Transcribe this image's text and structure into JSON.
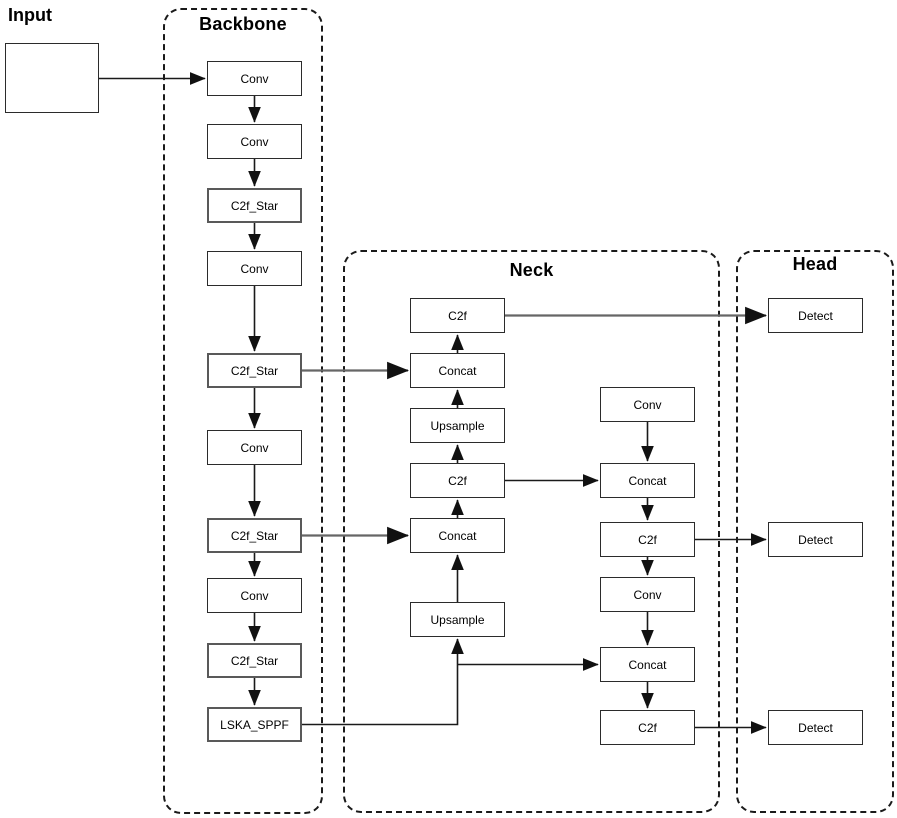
{
  "diagram": {
    "input_label": "Input",
    "sections": {
      "backbone": {
        "title": "Backbone"
      },
      "neck": {
        "title": "Neck"
      },
      "head": {
        "title": "Head"
      }
    },
    "backbone_nodes": [
      "Conv",
      "Conv",
      "C2f_Star",
      "Conv",
      "C2f_Star",
      "Conv",
      "C2f_Star",
      "Conv",
      "C2f_Star",
      "LSKA_SPPF"
    ],
    "neck_left_nodes": [
      "C2f",
      "Concat",
      "Upsample",
      "C2f",
      "Concat",
      "Upsample"
    ],
    "neck_right_nodes": [
      "Conv",
      "Concat",
      "C2f",
      "Conv",
      "Concat",
      "C2f"
    ],
    "head_nodes": [
      "Detect",
      "Detect",
      "Detect"
    ],
    "connections": [
      {
        "from": "Input",
        "to": "Backbone Conv 1"
      },
      {
        "from": "Backbone Conv 1",
        "to": "Backbone Conv 2"
      },
      {
        "from": "Backbone Conv 2",
        "to": "Backbone C2f_Star 1"
      },
      {
        "from": "Backbone C2f_Star 1",
        "to": "Backbone Conv 3"
      },
      {
        "from": "Backbone Conv 3",
        "to": "Backbone C2f_Star 2"
      },
      {
        "from": "Backbone C2f_Star 2",
        "to": "Backbone Conv 4"
      },
      {
        "from": "Backbone C2f_Star 2",
        "to": "Neck Concat (upper)"
      },
      {
        "from": "Backbone Conv 4",
        "to": "Backbone C2f_Star 3"
      },
      {
        "from": "Backbone C2f_Star 3",
        "to": "Backbone Conv 5"
      },
      {
        "from": "Backbone C2f_Star 3",
        "to": "Neck Concat (middle)"
      },
      {
        "from": "Backbone Conv 5",
        "to": "Backbone C2f_Star 4"
      },
      {
        "from": "Backbone C2f_Star 4",
        "to": "LSKA_SPPF"
      },
      {
        "from": "LSKA_SPPF",
        "to": "Neck Upsample (lower)"
      },
      {
        "from": "LSKA_SPPF",
        "to": "Neck Concat (bottom right)"
      },
      {
        "from": "Neck Upsample (lower)",
        "to": "Neck Concat (middle)"
      },
      {
        "from": "Neck Concat (middle)",
        "to": "Neck C2f (middle)"
      },
      {
        "from": "Neck C2f (middle)",
        "to": "Neck Upsample (upper)"
      },
      {
        "from": "Neck C2f (middle)",
        "to": "Neck Concat (right)"
      },
      {
        "from": "Neck Upsample (upper)",
        "to": "Neck Concat (upper)"
      },
      {
        "from": "Neck Concat (upper)",
        "to": "Neck C2f (top)"
      },
      {
        "from": "Neck C2f (top)",
        "to": "Detect 1"
      },
      {
        "from": "Neck Conv (right upper)",
        "to": "Neck Concat (right)"
      },
      {
        "from": "Neck Concat (right)",
        "to": "Neck C2f (right upper)"
      },
      {
        "from": "Neck C2f (right upper)",
        "to": "Detect 2"
      },
      {
        "from": "Neck C2f (right upper)",
        "to": "Neck Conv (right lower)"
      },
      {
        "from": "Neck Conv (right lower)",
        "to": "Neck Concat (bottom right)"
      },
      {
        "from": "Neck Concat (bottom right)",
        "to": "Neck C2f (bottom right)"
      },
      {
        "from": "Neck C2f (bottom right)",
        "to": "Detect 3"
      }
    ],
    "colors": {
      "background": "#ffffff",
      "box_border": "#2b2b2b",
      "emphasis_border": "#595959",
      "wire": "#1a1a1a",
      "skip_wire": "#666666",
      "text": "#000000"
    }
  }
}
